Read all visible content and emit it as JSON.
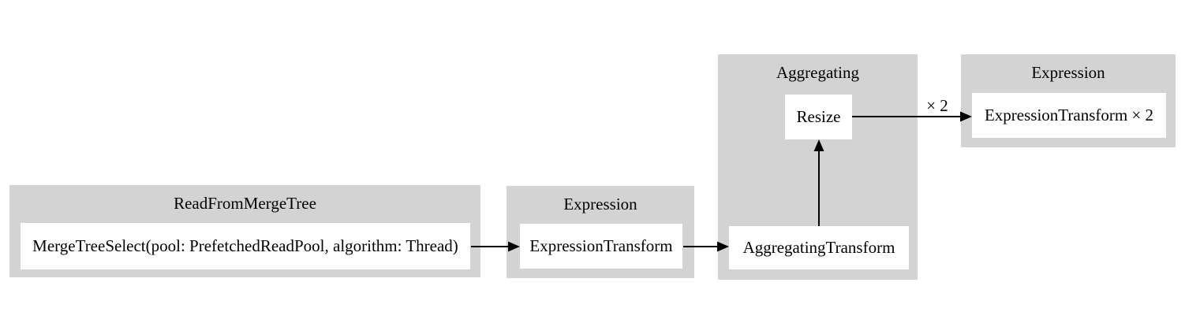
{
  "diagram": {
    "type": "pipeline-graph",
    "clusters": [
      {
        "label": "ReadFromMergeTree",
        "nodes": [
          {
            "label": "MergeTreeSelect(pool: PrefetchedReadPool, algorithm: Thread)"
          }
        ]
      },
      {
        "label": "Expression",
        "nodes": [
          {
            "label": "ExpressionTransform"
          }
        ]
      },
      {
        "label": "Aggregating",
        "nodes": [
          {
            "label": "Resize"
          },
          {
            "label": "AggregatingTransform"
          }
        ]
      },
      {
        "label": "Expression",
        "nodes": [
          {
            "label": "ExpressionTransform × 2"
          }
        ]
      }
    ],
    "edges": [
      {
        "from": "MergeTreeSelect(pool: PrefetchedReadPool, algorithm: Thread)",
        "to": "ExpressionTransform",
        "label": ""
      },
      {
        "from": "ExpressionTransform",
        "to": "AggregatingTransform",
        "label": ""
      },
      {
        "from": "AggregatingTransform",
        "to": "Resize",
        "label": ""
      },
      {
        "from": "Resize",
        "to": "ExpressionTransform × 2",
        "label": "× 2"
      }
    ],
    "colors": {
      "cluster_bg": "#d3d3d3",
      "node_bg": "#ffffff",
      "line": "#000000",
      "canvas_bg": "#ffffff"
    }
  }
}
